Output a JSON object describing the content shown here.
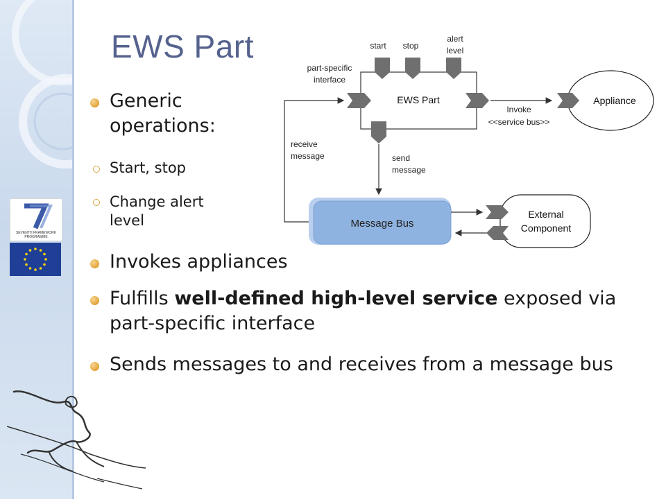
{
  "slide": {
    "title": "EWS Part",
    "bullets": [
      {
        "text": "Generic operations:"
      },
      {
        "parts": [
          "Fulfills ",
          "well-defined high-level service",
          " exposed via part-specific interface"
        ]
      },
      {
        "text": "Invokes appliances"
      },
      {
        "text": "Sends messages to and receives from a message bus"
      }
    ],
    "sub_bullets": [
      "Start, stop",
      "Change alert level"
    ]
  },
  "diagram": {
    "part_box_label": "EWS Part",
    "inputs": {
      "start": "start",
      "stop": "stop",
      "alert_line1": "alert",
      "alert_line2": "level"
    },
    "interface_line1": "part-specific",
    "interface_line2": "interface",
    "appliance_label": "Appliance",
    "invoke_line1": "Invoke",
    "invoke_line2": "<<service bus>>",
    "receive_line1": "receive",
    "receive_line2": "message",
    "send_line1": "send",
    "send_line2": "message",
    "message_bus_label": "Message Bus",
    "external_line1": "External",
    "external_line2": "Component"
  },
  "logos": {
    "fp7_text_line1": "SEVENTH FRAMEWORK",
    "fp7_text_line2": "PROGRAMME"
  },
  "colors": {
    "title": "#55628e",
    "bullet": "#e2a335",
    "message_bus": "#8fb3e0",
    "connector": "#7a7a7a"
  }
}
